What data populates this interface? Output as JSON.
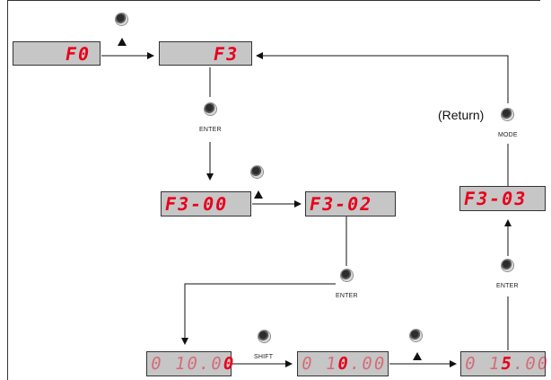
{
  "diagram": {
    "displays": {
      "f0": "F0",
      "f3": "F3",
      "f3_00": "F3-00",
      "f3_02": "F3-02",
      "f3_03_partial": "F3-03"
    },
    "value_steps": [
      {
        "ghost": "0 10.0",
        "active": "0",
        "name": "value-display-initial"
      },
      {
        "ghost_before": "0 1",
        "active": "0",
        "ghost_after": ".00",
        "name": "value-display-shifted"
      },
      {
        "ghost_before": "0 1",
        "active": "5",
        "ghost_after": ".00",
        "name": "value-display-incremented"
      }
    ],
    "keys": {
      "enter": "ENTER",
      "shift": "SHIFT",
      "mode": "MODE",
      "return": "(Return)"
    }
  }
}
